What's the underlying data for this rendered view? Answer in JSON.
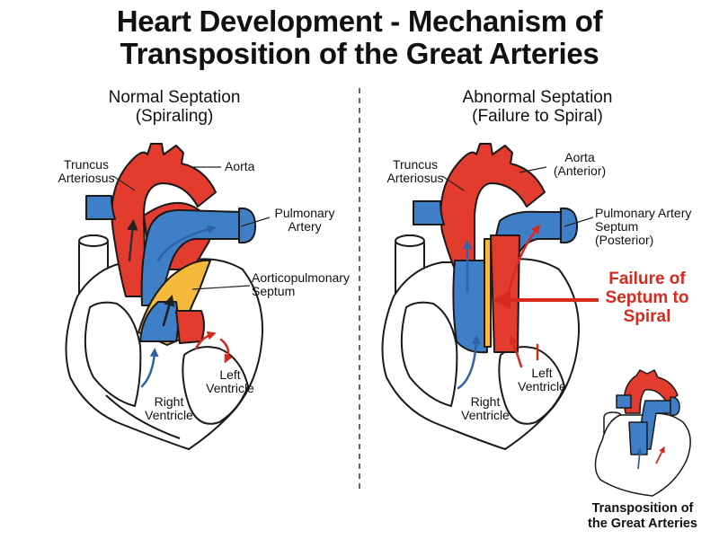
{
  "title": {
    "line1": "Heart Development - Mechanism of",
    "line2": "Transposition of the Great Arteries"
  },
  "left_panel": {
    "heading_line1": "Normal Septation",
    "heading_line2": "(Spiraling)",
    "labels": {
      "truncus_1": "Truncus",
      "truncus_2": "Arteriosus",
      "aorta": "Aorta",
      "pulmonary_1": "Pulmonary",
      "pulmonary_2": "Artery",
      "septum_1": "Aorticopulmonary",
      "septum_2": "Septum",
      "right_vent_1": "Right",
      "right_vent_2": "Ventricle",
      "left_vent_1": "Left",
      "left_vent_2": "Ventricle"
    }
  },
  "right_panel": {
    "heading_line1": "Abnormal Septation",
    "heading_line2": "(Failure to Spiral)",
    "labels": {
      "truncus_1": "Truncus",
      "truncus_2": "Arteriosus",
      "aorta_1": "Aorta",
      "aorta_2": "(Anterior)",
      "pulmonary_1": "Pulmonary Artery",
      "pulmonary_2": "Septum",
      "pulmonary_3": "(Posterior)",
      "right_vent_1": "Right",
      "right_vent_2": "Ventricle",
      "left_vent_1": "Left",
      "left_vent_2": "Ventricle"
    },
    "callout": {
      "line1": "Failure of",
      "line2": "Septum to",
      "line3": "Spiral"
    }
  },
  "inset": {
    "caption_line1": "Transposition of",
    "caption_line2": "the Great Arteries"
  },
  "colors": {
    "aorta_red": "#e33b2e",
    "pulmonary_blue": "#3f7fc8",
    "septum_yellow": "#f6b93b",
    "callout_red": "#d62a1f",
    "outline": "#1a1a1a"
  }
}
